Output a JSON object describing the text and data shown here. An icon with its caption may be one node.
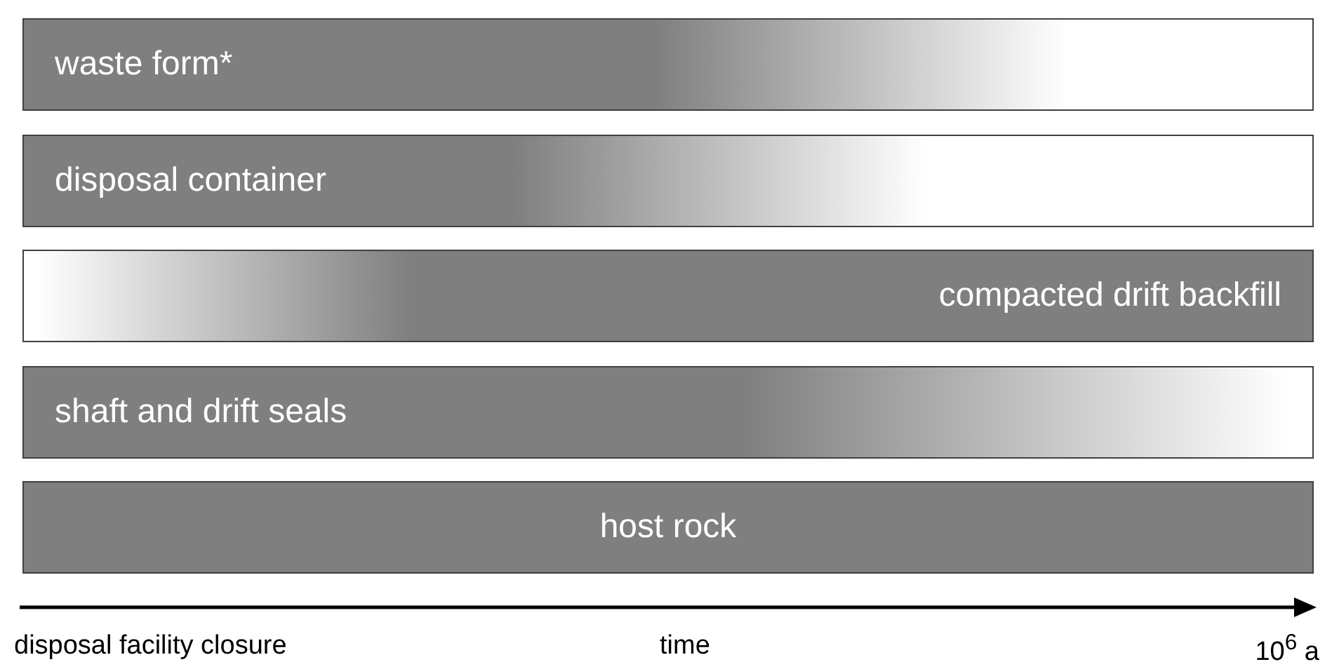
{
  "diagram": {
    "nodes": [
      {
        "text": [
          "waste form*"
        ]
      },
      {
        "text": [
          "disposal container"
        ]
      },
      {
        "text": [
          "compacted drift backfill"
        ]
      },
      {
        "text": [
          "shaft and drift seals"
        ]
      },
      {
        "text": [
          "host rock"
        ]
      }
    ],
    "labels": [
      "disposal facility closure",
      "time",
      "10$^{6}$ a"
    ]
  }
}
